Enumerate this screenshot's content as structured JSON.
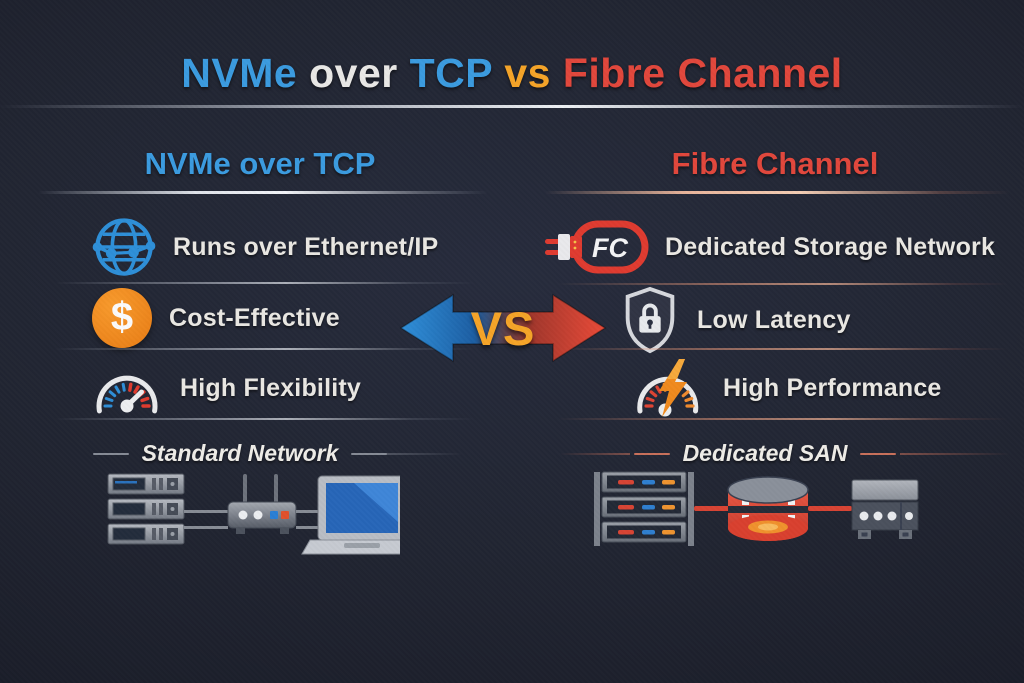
{
  "title": {
    "nvme": "NVMe",
    "over": "over",
    "tcp": "TCP",
    "vs": "vs",
    "fibre": "Fibre Channel"
  },
  "center": {
    "vs_label": "VS"
  },
  "columns": {
    "left": {
      "heading": "NVMe over TCP",
      "features": [
        {
          "icon": "globe-network-icon",
          "label": "Runs over Ethernet/IP"
        },
        {
          "icon": "dollar-icon",
          "glyph": "$",
          "label": "Cost-Effective"
        },
        {
          "icon": "gauge-icon",
          "label": "High Flexibility"
        }
      ],
      "diagram_label": "Standard Network",
      "diagram_items": [
        "server-rack",
        "router",
        "laptop"
      ]
    },
    "right": {
      "heading": "Fibre Channel",
      "features": [
        {
          "icon": "fc-plug-icon",
          "badge": "FC",
          "label": "Dedicated Storage Network"
        },
        {
          "icon": "shield-lock-icon",
          "label": "Low Latency"
        },
        {
          "icon": "gauge-lightning-icon",
          "label": "High Performance"
        }
      ],
      "diagram_label": "Dedicated SAN",
      "diagram_items": [
        "server-rack",
        "database",
        "storage-array"
      ]
    }
  },
  "colors": {
    "nvme_blue": "#3b9be0",
    "fibre_red": "#e2473c",
    "vs_orange": "#f5a428",
    "background": "#20242f",
    "text": "#eae8e3"
  }
}
